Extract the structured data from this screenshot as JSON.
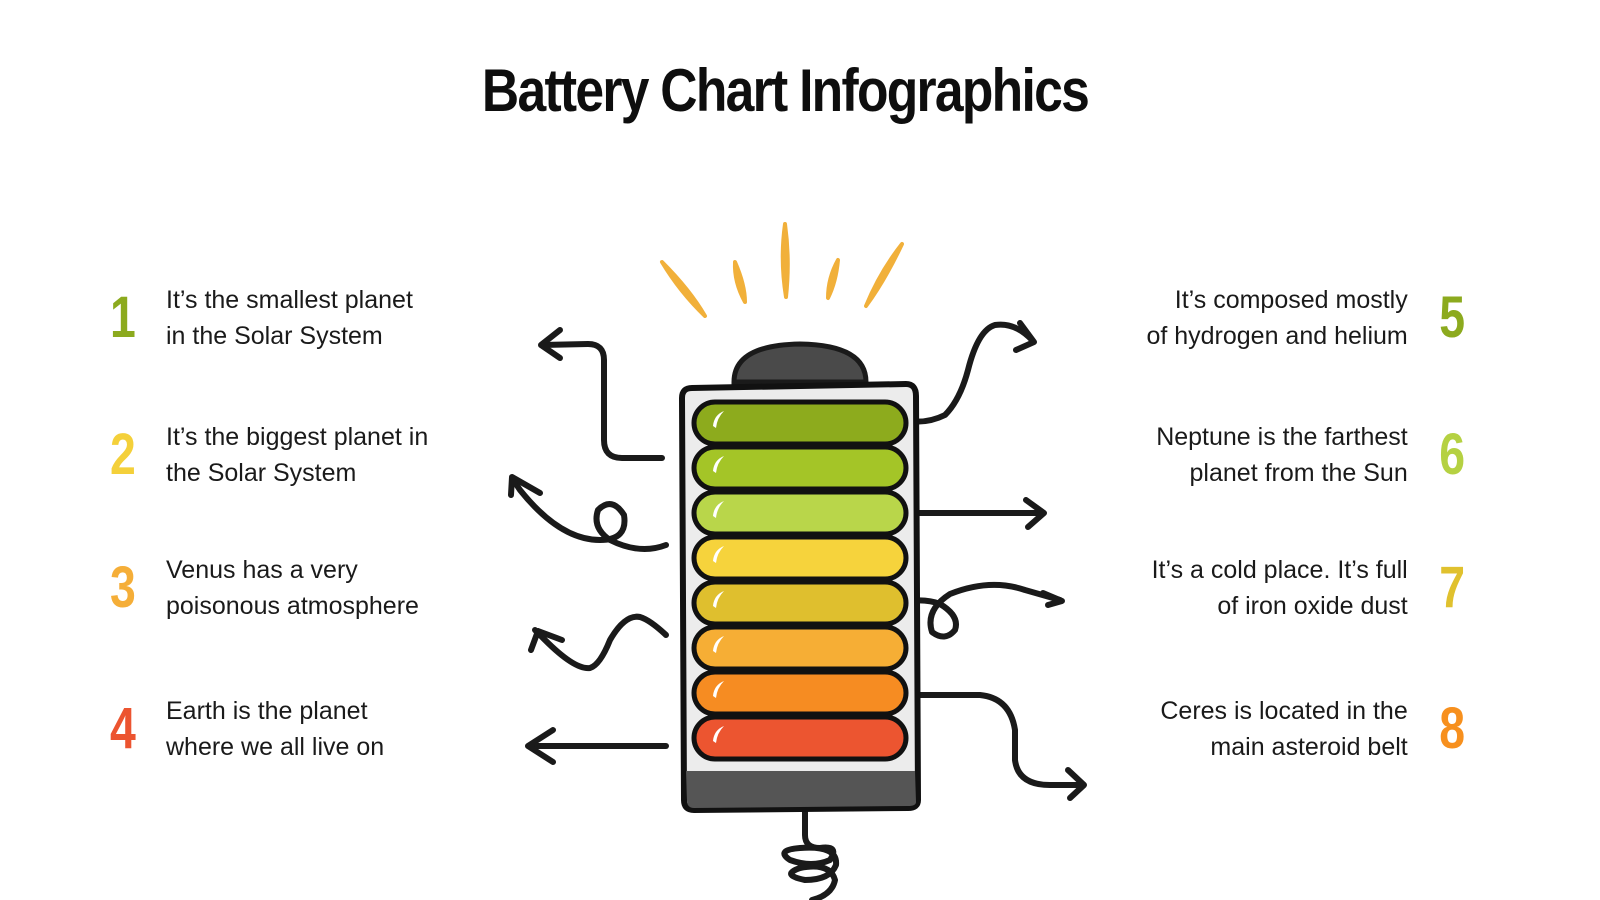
{
  "title": "Battery Chart Infographics",
  "items_left": [
    {
      "number": "1",
      "line1": "It’s the smallest planet",
      "line2": "in the Solar System",
      "color": "#8caa1e"
    },
    {
      "number": "2",
      "line1": "It’s the biggest planet in",
      "line2": "the Solar System",
      "color": "#f4d03a"
    },
    {
      "number": "3",
      "line1": "Venus has a very",
      "line2": "poisonous atmosphere",
      "color": "#f5ae38"
    },
    {
      "number": "4",
      "line1": "Earth is the planet",
      "line2": "where we all live on",
      "color": "#ec5430"
    }
  ],
  "items_right": [
    {
      "number": "5",
      "line1": "It’s composed mostly",
      "line2": "of hydrogen and helium",
      "color": "#8caa1e"
    },
    {
      "number": "6",
      "line1": "Neptune is the farthest",
      "line2": "planet from the Sun",
      "color": "#b5d142"
    },
    {
      "number": "7",
      "line1": "It’s a cold place. It’s full",
      "line2": "of iron oxide dust",
      "color": "#e0c12e"
    },
    {
      "number": "8",
      "line1": "Ceres is located in the",
      "line2": "main asteroid belt",
      "color": "#f7901e"
    }
  ],
  "battery": {
    "cap_color": "#4a4a4a",
    "base_color": "#555555",
    "body_color": "#ececec",
    "segments": [
      "#8dab1d",
      "#a4c527",
      "#b9d64a",
      "#f6d33c",
      "#dfbf2e",
      "#f6ae35",
      "#f68c22",
      "#ec5530"
    ],
    "ray_color": "#f1b03a"
  }
}
